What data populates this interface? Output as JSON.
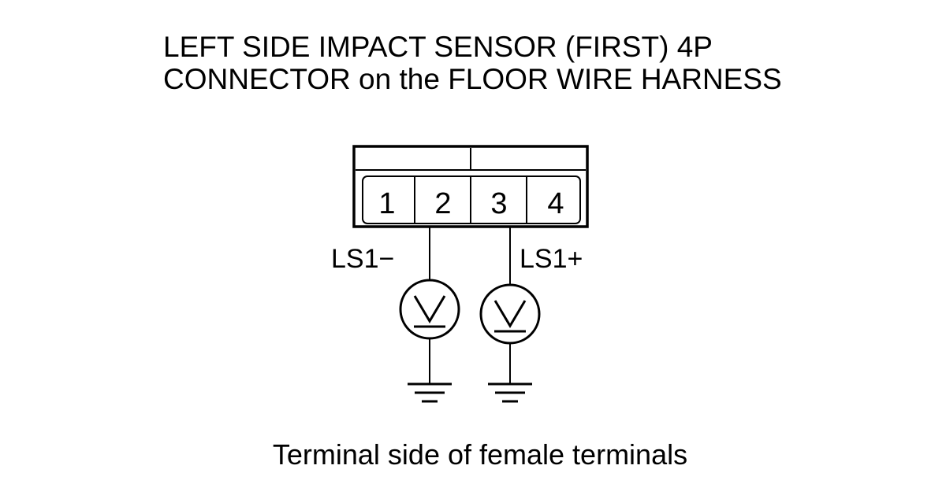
{
  "title": {
    "line1": "LEFT SIDE IMPACT SENSOR (FIRST) 4P",
    "line2": "CONNECTOR on the FLOOR WIRE HARNESS"
  },
  "connector": {
    "terminals": [
      "1",
      "2",
      "3",
      "4"
    ]
  },
  "probes": {
    "negative": {
      "label": "LS1−",
      "terminal": "2",
      "meter_symbol": "V",
      "meter_icon": "voltmeter-icon",
      "ground_icon": "ground-icon"
    },
    "positive": {
      "label": "LS1+",
      "terminal": "3",
      "meter_symbol": "V",
      "meter_icon": "voltmeter-icon",
      "ground_icon": "ground-icon"
    }
  },
  "caption": "Terminal side of female terminals",
  "colors": {
    "ink": "#000000",
    "background": "#ffffff"
  }
}
